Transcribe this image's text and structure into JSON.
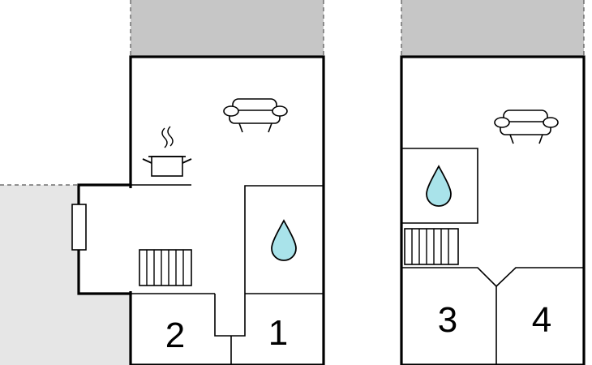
{
  "floorplan": {
    "rooms": [
      {
        "label": "2"
      },
      {
        "label": "1"
      },
      {
        "label": "3"
      },
      {
        "label": "4"
      }
    ],
    "colors": {
      "outside_area": "#c6c6c6",
      "terrace": "#e6e6e6",
      "wall": "#000000",
      "water_drop": "#a9e3ea"
    },
    "icons": [
      "sofa-icon",
      "cooking-pot-icon",
      "water-drop-icon",
      "stairs-icon",
      "radiator-icon"
    ]
  }
}
